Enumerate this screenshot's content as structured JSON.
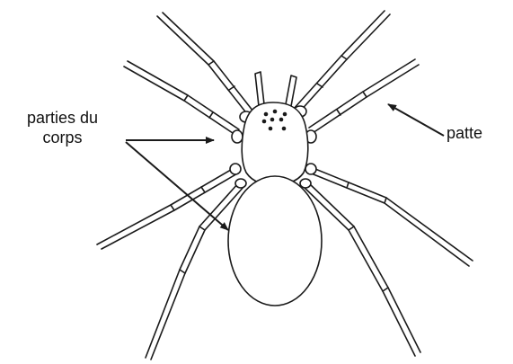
{
  "labels": {
    "body_line1": "parties du",
    "body_line2": "corps",
    "leg": "patte"
  },
  "colors": {
    "outline": "#1a1a1a",
    "background": "#ffffff",
    "text": "#111111"
  },
  "icons": {
    "specimen": "spider-illustration"
  }
}
